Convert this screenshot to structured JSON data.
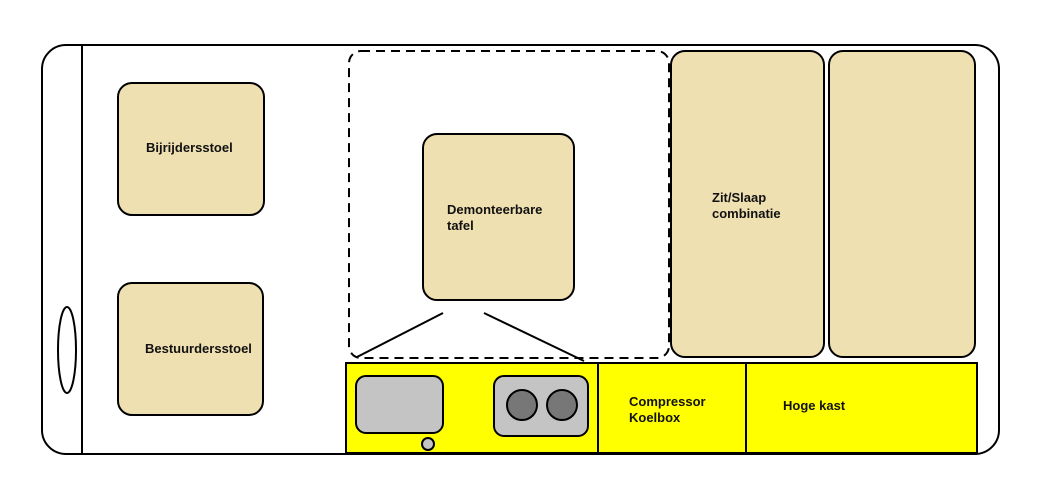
{
  "colors": {
    "seat_fill": "#efe0b1",
    "unit_fill": "#ffff00",
    "sink_fill": "#c4c4c4",
    "outline": "#000000"
  },
  "labels": {
    "passenger_seat": "Bijrijdersstoel",
    "driver_seat": "Bestuurdersstoel",
    "table": "Demonteerbare\ntafel",
    "sit_sleep": "Zit/Slaap\ncombinatie",
    "fridge": "Compressor\nKoelbox",
    "tall_cabinet": "Hoge kast"
  }
}
